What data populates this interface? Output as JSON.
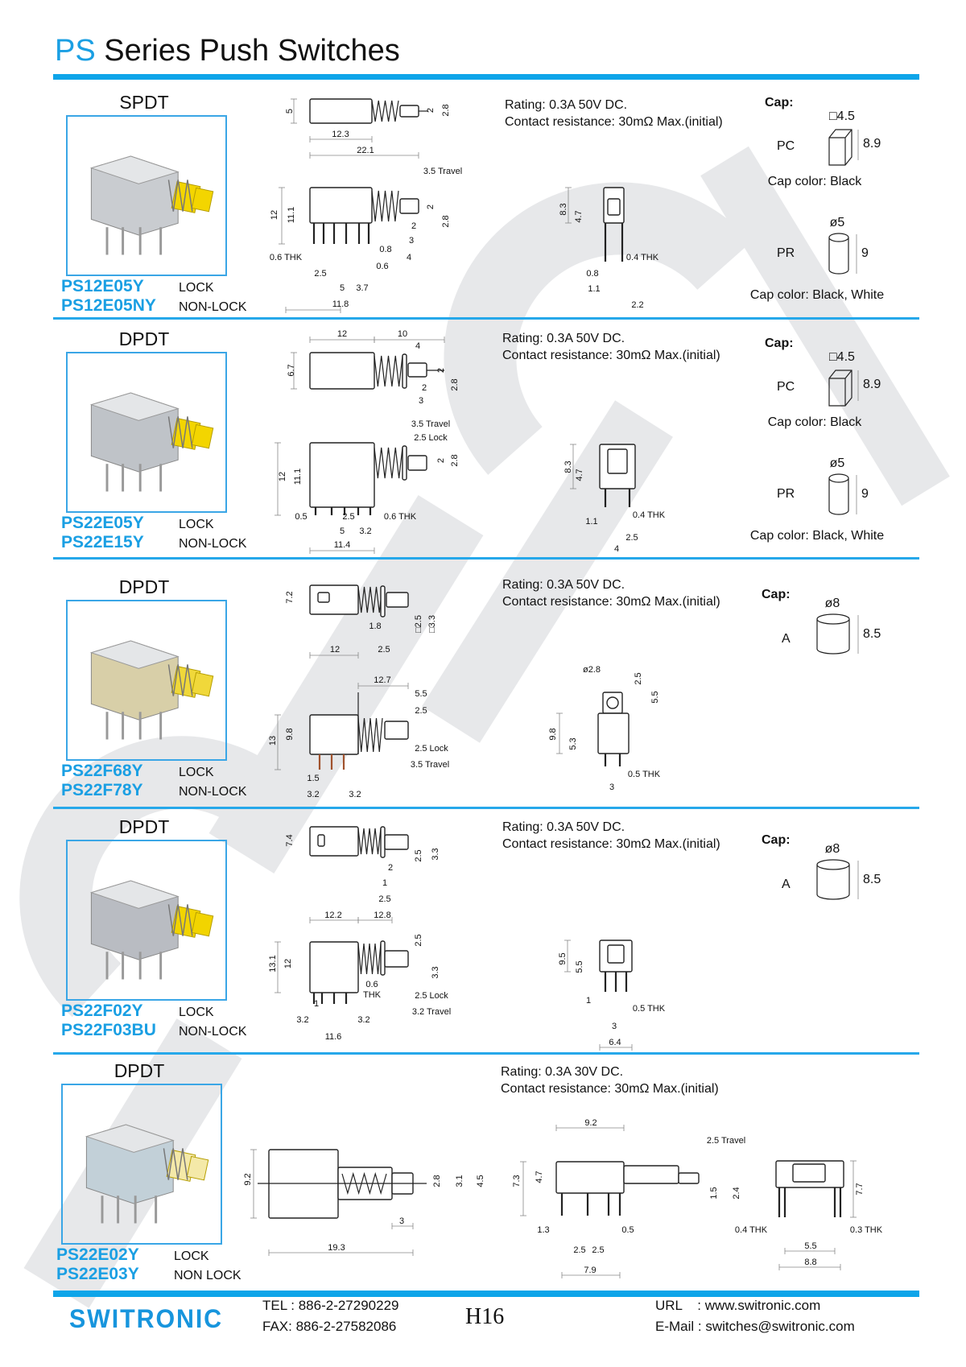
{
  "watermark": "SWITRONIC",
  "header": {
    "title_prefix": "PS",
    "title_rest": " Series Push Switches"
  },
  "sections": [
    {
      "type": "SPDT",
      "parts": [
        {
          "model": "PS12E05Y",
          "mode": "LOCK"
        },
        {
          "model": "PS12E05NY",
          "mode": "NON-LOCK"
        }
      ],
      "rating": "Rating: 0.3A 50V DC.",
      "resistance": "Contact resistance: 30mΩ Max.(initial)",
      "cap": {
        "title": "Cap:",
        "options": [
          {
            "name": "PC",
            "size": "□4.5",
            "height": "8.9",
            "color": "Cap color: Black"
          },
          {
            "name": "PR",
            "size": "ø5",
            "height": "9",
            "color": "Cap color: Black, White"
          }
        ]
      },
      "dims": [
        "5",
        "12.3",
        "22.1",
        "2",
        "2.8",
        "3.5 Travel",
        "12",
        "11.1",
        "2",
        "2.8",
        "2",
        "3",
        "0.8",
        "4",
        "0.6 THK",
        "0.6",
        "2.5",
        "5",
        "3.7",
        "11.8",
        "8.3",
        "4.7",
        "0.4 THK",
        "0.8",
        "1.1",
        "2.2"
      ]
    },
    {
      "type": "DPDT",
      "parts": [
        {
          "model": "PS22E05Y",
          "mode": "LOCK"
        },
        {
          "model": "PS22E15Y",
          "mode": "NON-LOCK"
        }
      ],
      "rating": "Rating: 0.3A 50V DC.",
      "resistance": "Contact resistance: 30mΩ Max.(initial)",
      "cap": {
        "title": "Cap:",
        "options": [
          {
            "name": "PC",
            "size": "□4.5",
            "height": "8.9",
            "color": "Cap color: Black"
          },
          {
            "name": "PR",
            "size": "ø5",
            "height": "9",
            "color": "Cap color: Black, White"
          }
        ]
      },
      "dims": [
        "12",
        "10",
        "4",
        "6.7",
        "2",
        "2.8",
        "2",
        "3",
        "3.5 Travel",
        "2.5 Lock",
        "12",
        "11.1",
        "2",
        "2.8",
        "0.5",
        "2.5",
        "0.6 THK",
        "5",
        "3.2",
        "11.4",
        "8.3",
        "4.7",
        "0.4 THK",
        "1.1",
        "2.5",
        "4"
      ]
    },
    {
      "type": "DPDT",
      "parts": [
        {
          "model": "PS22F68Y",
          "mode": "LOCK"
        },
        {
          "model": "PS22F78Y",
          "mode": "NON-LOCK"
        }
      ],
      "rating": "Rating: 0.3A 50V DC.",
      "resistance": "Contact resistance: 30mΩ Max.(initial)",
      "cap": {
        "title": "Cap:",
        "options": [
          {
            "name": "A",
            "size": "ø8",
            "height": "8.5"
          }
        ]
      },
      "dims": [
        "7.2",
        "1.8",
        "□2.5",
        "□3.3",
        "12",
        "2.5",
        "12.7",
        "5.5",
        "2.5",
        "13",
        "9.8",
        "2.5 Lock",
        "3.5 Travel",
        "1.5",
        "3.2",
        "3.2",
        "ø2.8",
        "2.5",
        "5.5",
        "9.8",
        "5.3",
        "0.5 THK",
        "3"
      ]
    },
    {
      "type": "DPDT",
      "parts": [
        {
          "model": "PS22F02Y",
          "mode": "LOCK"
        },
        {
          "model": "PS22F03BU",
          "mode": "NON-LOCK"
        }
      ],
      "rating": "Rating: 0.3A 50V DC.",
      "resistance": "Contact resistance: 30mΩ Max.(initial)",
      "cap": {
        "title": "Cap:",
        "options": [
          {
            "name": "A",
            "size": "ø8",
            "height": "8.5"
          }
        ]
      },
      "dims": [
        "7.4",
        "2.5",
        "3.3",
        "2",
        "1",
        "2.5",
        "12.2",
        "12.8",
        "2.5",
        "3.3",
        "13.1",
        "12",
        "0.6",
        "THK",
        "2.5 Lock",
        "3.2 Travel",
        "1",
        "3.2",
        "3.2",
        "11.6",
        "9.5",
        "5.5",
        "1",
        "0.5 THK",
        "3",
        "6.4"
      ]
    },
    {
      "type": "DPDT",
      "parts": [
        {
          "model": "PS22E02Y",
          "mode": "LOCK"
        },
        {
          "model": "PS22E03Y",
          "mode": "NON LOCK"
        }
      ],
      "rating": "Rating: 0.3A 30V DC.",
      "resistance": "Contact resistance: 30mΩ Max.(initial)",
      "dims": [
        "9.2",
        "2.8",
        "3.1",
        "4.5",
        "3",
        "19.3",
        "9.2",
        "2.5 Travel",
        "7.3",
        "4.7",
        "1.5",
        "2.4",
        "1.3",
        "0.5",
        "2.5",
        "2.5",
        "7.9",
        "7.7",
        "0.4 THK",
        "0.3 THK",
        "5.5",
        "8.8"
      ]
    }
  ],
  "footer": {
    "logo": "SWITRONIC",
    "tel": "TEL : 886-2-27290229",
    "fax": "FAX: 886-2-27582086",
    "page": "H16",
    "url": "URL    : www.switronic.com",
    "email": "E-Mail : switches@switronic.com"
  }
}
